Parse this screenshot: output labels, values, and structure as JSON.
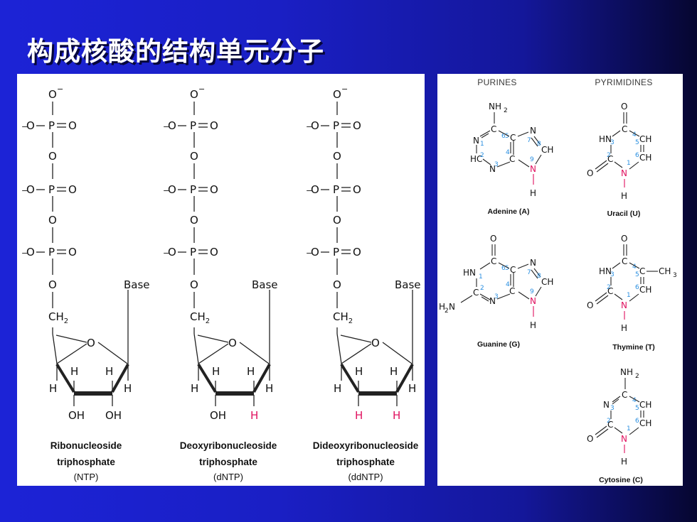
{
  "slide": {
    "title": "构成核酸的结构单元分子"
  },
  "colors": {
    "highlight_h": "#e0115f",
    "ring_number": "#2a8fe0"
  },
  "nucleotides": [
    {
      "line1": "Ribonucleoside",
      "line2": "triphosphate",
      "abbr": "(NTP)",
      "two_prime": "OH",
      "three_prime": "OH"
    },
    {
      "line1": "Deoxyribonucleoside",
      "line2": "triphosphate",
      "abbr": "(dNTP)",
      "two_prime": "H",
      "three_prime": "OH"
    },
    {
      "line1": "Dideoxyribonucleoside",
      "line2": "triphosphate",
      "abbr": "(ddNTP)",
      "two_prime": "H",
      "three_prime": "H"
    }
  ],
  "labels": {
    "base": "Base",
    "ch2": "CH",
    "sub2": "2"
  },
  "bases_panel": {
    "purines_header": "PURINES",
    "pyrimidines_header": "PYRIMIDINES",
    "adenine": "Adenine (A)",
    "guanine": "Guanine (G)",
    "uracil": "Uracil (U)",
    "thymine": "Thymine (T)",
    "cytosine": "Cytosine (C)"
  }
}
